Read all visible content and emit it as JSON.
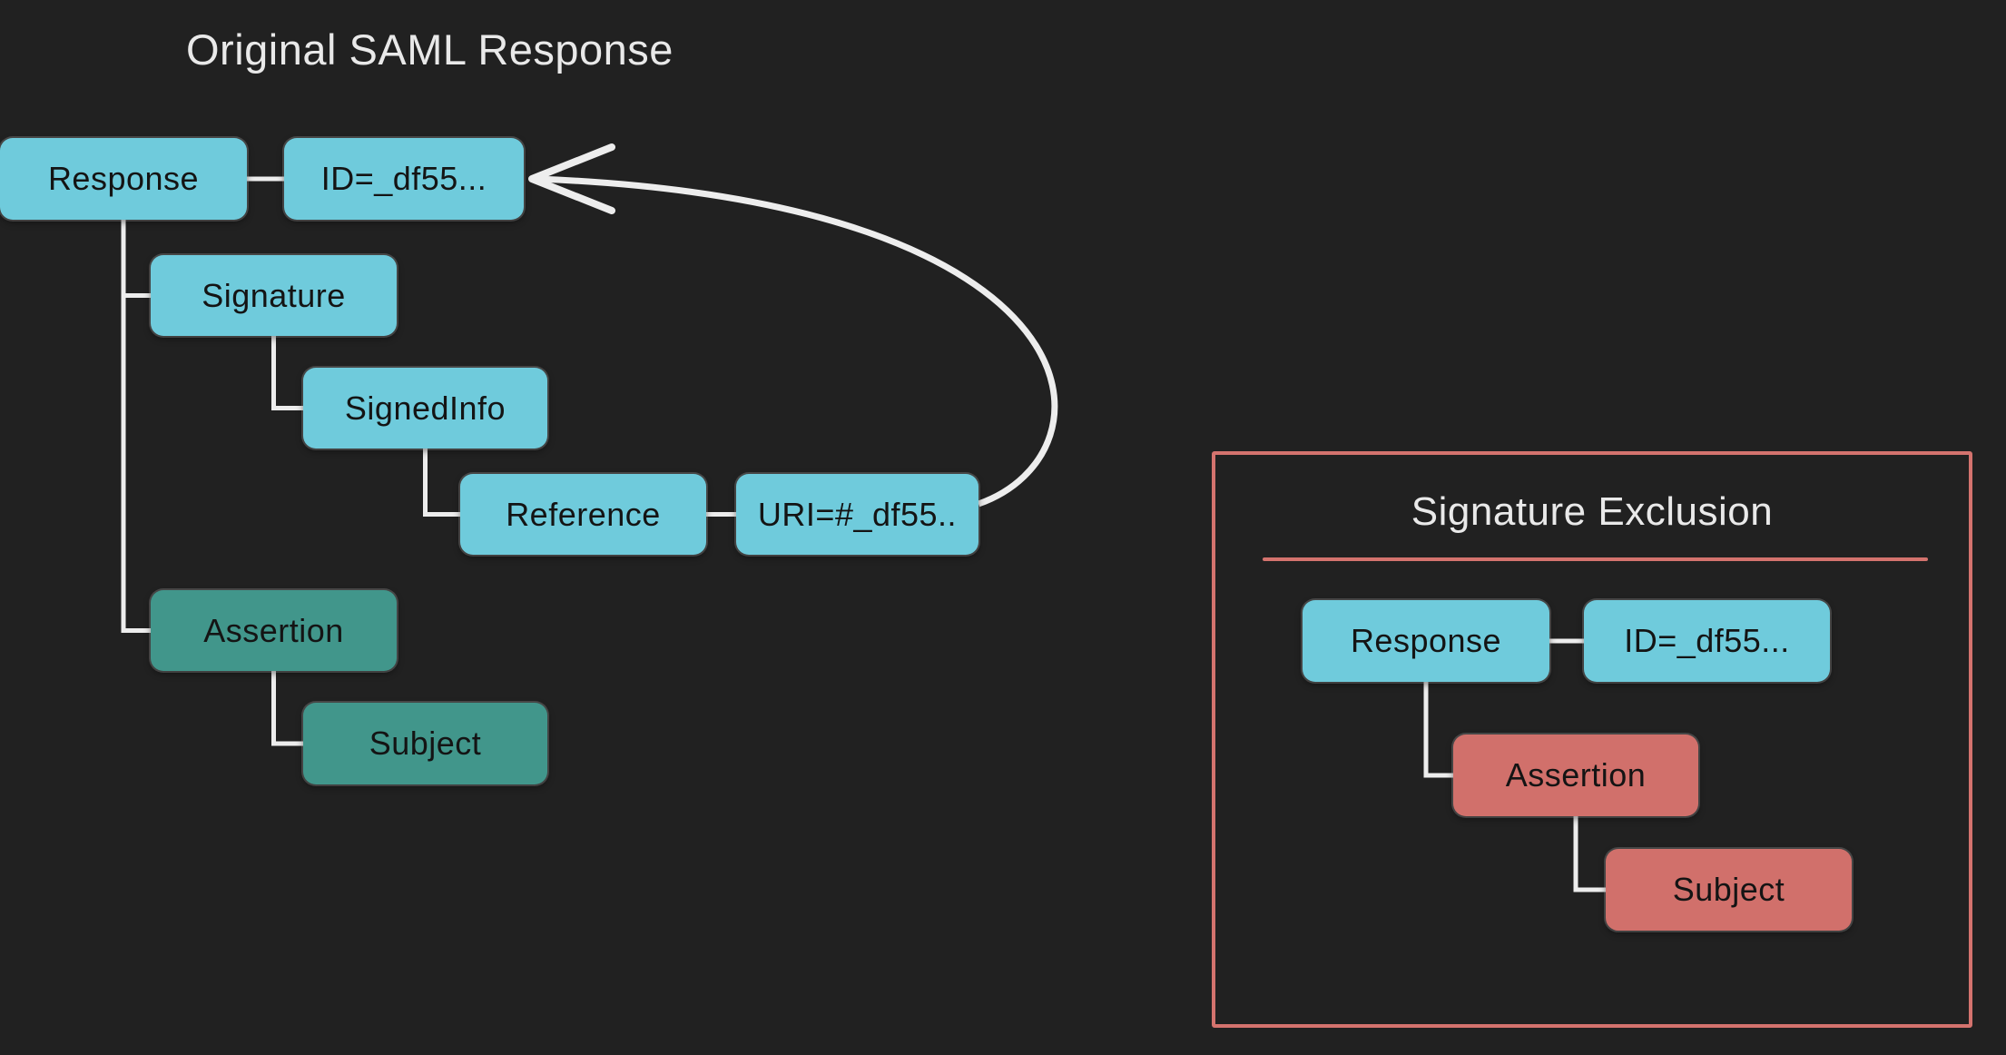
{
  "left_diagram": {
    "title": "Original SAML Response",
    "nodes": {
      "response": "Response",
      "id_attr": "ID=_df55...",
      "signature": "Signature",
      "signedinfo": "SignedInfo",
      "reference": "Reference",
      "uri_attr": "URI=#_df55..",
      "assertion": "Assertion",
      "subject": "Subject"
    }
  },
  "exclusion_panel": {
    "title": "Signature Exclusion",
    "nodes": {
      "response": "Response",
      "id_attr": "ID=_df55...",
      "assertion": "Assertion",
      "subject": "Subject"
    }
  },
  "colors": {
    "background": "#212121",
    "node_cyan": "#6fcbdc",
    "node_teal": "#41968b",
    "node_salmon": "#d1706b",
    "panel_border": "#d4736e",
    "connector": "#ededed",
    "title_text": "#e9e9e9",
    "node_text": "#141414"
  }
}
